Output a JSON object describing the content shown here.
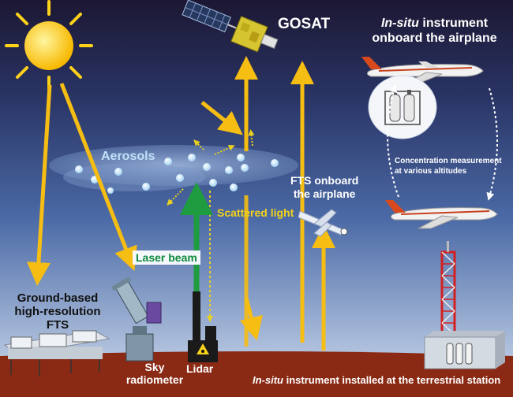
{
  "labels": {
    "gosat": "GOSAT",
    "insitu_air_em": "In-situ",
    "insitu_air_rest": " instrument",
    "insitu_air_line2": "onboard the airplane",
    "aerosols": "Aerosols",
    "fts_air_line1": "FTS onboard",
    "fts_air_line2": "the airplane",
    "scattered_light": "Scattered light",
    "laser_beam": "Laser beam",
    "conc_line1": "Concentration measurement",
    "conc_line2": "at various altitudes",
    "ground_line1": "Ground-based",
    "ground_line2": "high-resolution",
    "ground_line3": "FTS",
    "sky_line1": "Sky",
    "sky_line2": "radiometer",
    "lidar": "Lidar",
    "insitu_ground_em": "In-situ",
    "insitu_ground_rest": " instrument installed at the terrestrial station"
  },
  "colors": {
    "sky_top": "#1c1733",
    "sky_mid": "#3c5a9a",
    "sky_bottom": "#c8d8ee",
    "ground": "#8a2a14",
    "arrow_yellow": "#f6bd12",
    "laser_green": "#1e9c3f",
    "aerosol_cloud": "#6f8fbe",
    "sun": "#ffd21a"
  }
}
